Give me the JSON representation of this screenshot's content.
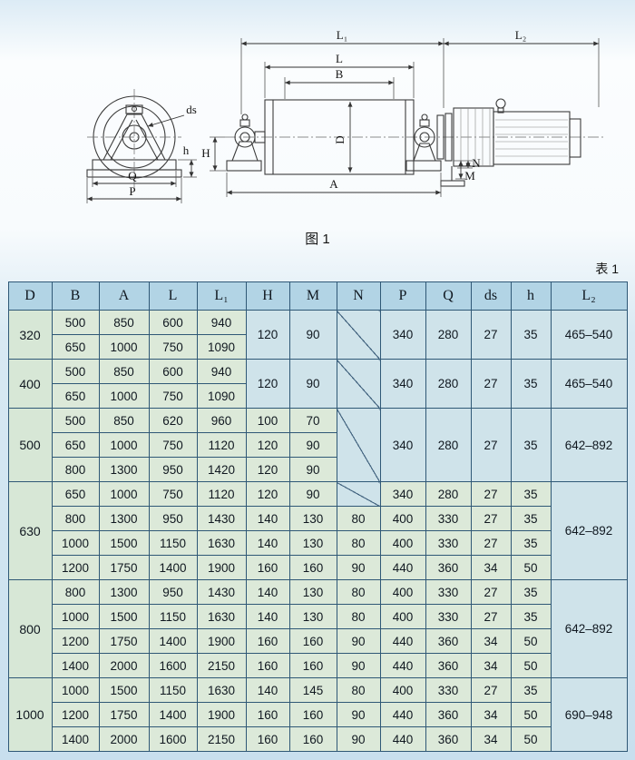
{
  "page": {
    "figure_caption": "图 1",
    "table_caption": "表 1"
  },
  "colors": {
    "header_bg": "#b2d4e5",
    "row_bg": "#dce9d9",
    "merged_bg": "#cfe3ea",
    "grid_border": "#2f5876",
    "page_tint": "#c8dfee"
  },
  "drawing": {
    "labels": {
      "L1": "L₁",
      "L2": "L₂",
      "L": "L",
      "B": "B",
      "D": "D",
      "A": "A",
      "H": "H",
      "h": "h",
      "ds": "ds",
      "Q": "Q",
      "P": "P",
      "N": "N",
      "M": "M"
    }
  },
  "table": {
    "columns": [
      "D",
      "B",
      "A",
      "L",
      "L₁",
      "H",
      "M",
      "N",
      "P",
      "Q",
      "ds",
      "h",
      "L₂"
    ],
    "groups": [
      {
        "d": "320",
        "rows": [
          [
            "500",
            "850",
            "600",
            "940"
          ],
          [
            "650",
            "1000",
            "750",
            "1090"
          ]
        ],
        "span": {
          "H": "120",
          "M": "90",
          "N": null,
          "P": "340",
          "Q": "280",
          "ds": "27",
          "h": "35"
        },
        "l2": "465–540"
      },
      {
        "d": "400",
        "rows": [
          [
            "500",
            "850",
            "600",
            "940"
          ],
          [
            "650",
            "1000",
            "750",
            "1090"
          ]
        ],
        "span": {
          "H": "120",
          "M": "90",
          "N": null,
          "P": "340",
          "Q": "280",
          "ds": "27",
          "h": "35"
        },
        "l2": "465–540"
      },
      {
        "d": "500",
        "rows": [
          [
            "500",
            "850",
            "620",
            "960",
            "100",
            "70"
          ],
          [
            "650",
            "1000",
            "750",
            "1120",
            "120",
            "90"
          ],
          [
            "800",
            "1300",
            "950",
            "1420",
            "120",
            "90"
          ]
        ],
        "span": {
          "N": null,
          "P": "340",
          "Q": "280",
          "ds": "27",
          "h": "35"
        },
        "l2": "642–892"
      },
      {
        "d": "630",
        "rows": [
          [
            "650",
            "1000",
            "750",
            "1120",
            "120",
            "90",
            null,
            "340",
            "280",
            "27",
            "35"
          ],
          [
            "800",
            "1300",
            "950",
            "1430",
            "140",
            "130",
            "80",
            "400",
            "330",
            "27",
            "35"
          ],
          [
            "1000",
            "1500",
            "1150",
            "1630",
            "140",
            "130",
            "80",
            "400",
            "330",
            "27",
            "35"
          ],
          [
            "1200",
            "1750",
            "1400",
            "1900",
            "160",
            "160",
            "90",
            "440",
            "360",
            "34",
            "50"
          ]
        ],
        "l2": "642–892"
      },
      {
        "d": "800",
        "rows": [
          [
            "800",
            "1300",
            "950",
            "1430",
            "140",
            "130",
            "80",
            "400",
            "330",
            "27",
            "35"
          ],
          [
            "1000",
            "1500",
            "1150",
            "1630",
            "140",
            "130",
            "80",
            "400",
            "330",
            "27",
            "35"
          ],
          [
            "1200",
            "1750",
            "1400",
            "1900",
            "160",
            "160",
            "90",
            "440",
            "360",
            "34",
            "50"
          ],
          [
            "1400",
            "2000",
            "1600",
            "2150",
            "160",
            "160",
            "90",
            "440",
            "360",
            "34",
            "50"
          ]
        ],
        "l2": "642–892"
      },
      {
        "d": "1000",
        "rows": [
          [
            "1000",
            "1500",
            "1150",
            "1630",
            "140",
            "145",
            "80",
            "400",
            "330",
            "27",
            "35"
          ],
          [
            "1200",
            "1750",
            "1400",
            "1900",
            "160",
            "160",
            "90",
            "440",
            "360",
            "34",
            "50"
          ],
          [
            "1400",
            "2000",
            "1600",
            "2150",
            "160",
            "160",
            "90",
            "440",
            "360",
            "34",
            "50"
          ]
        ],
        "l2": "690–948"
      }
    ]
  }
}
